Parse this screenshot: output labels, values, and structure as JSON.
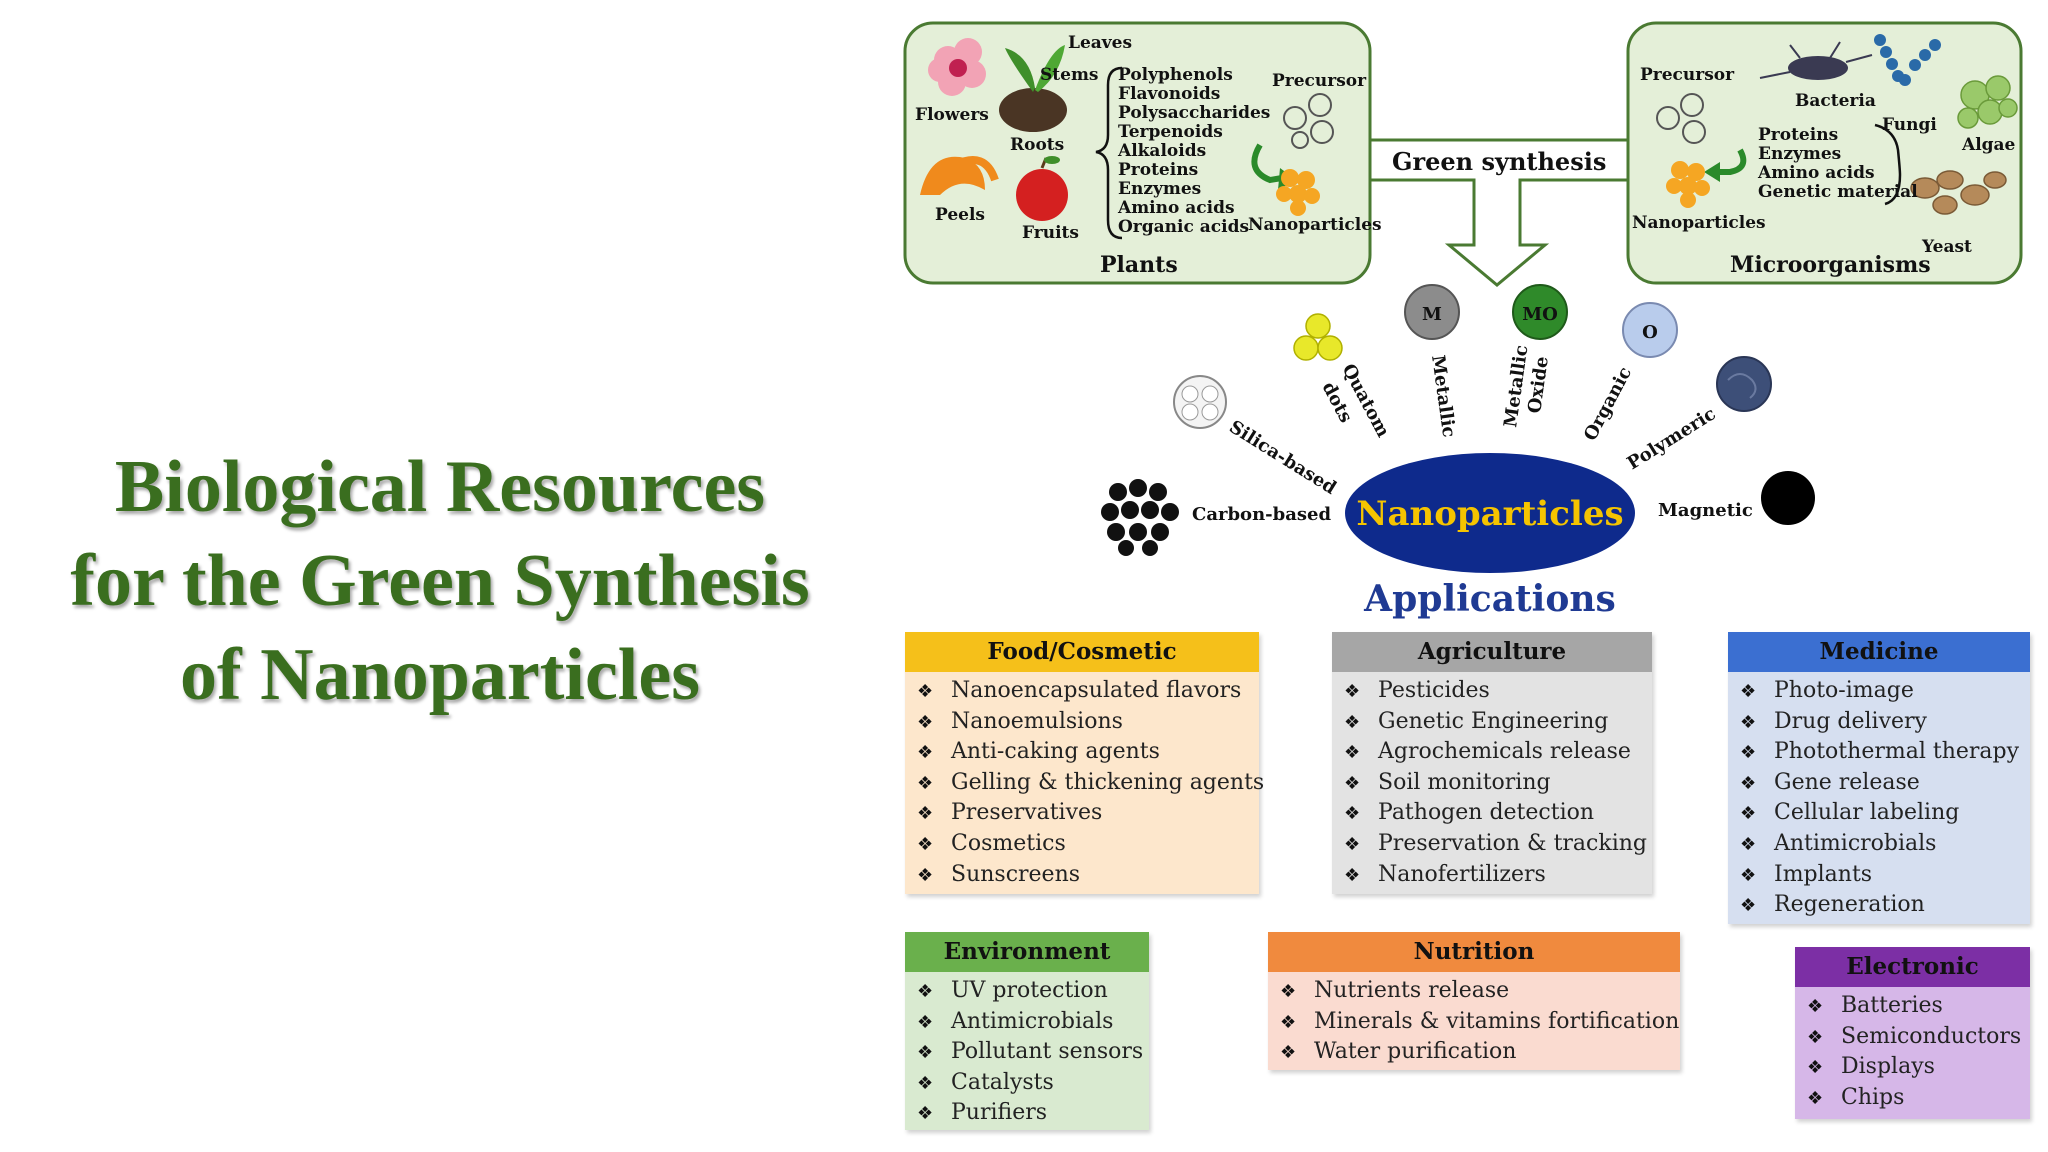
{
  "title": {
    "lines": [
      "Biological Resources",
      "for the Green Synthesis",
      "of Nanoparticles"
    ]
  },
  "plants": {
    "caption": "Plants",
    "sources": [
      "Leaves",
      "Stems",
      "Flowers",
      "Roots",
      "Peels",
      "Fruits"
    ],
    "compounds": [
      "Polyphenols",
      "Flavonoids",
      "Polysaccharides",
      "Terpenoids",
      "Alkaloids",
      "Proteins",
      "Enzymes",
      "Amino acids",
      "Organic acids"
    ],
    "precursor": "Precursor",
    "nanoparticles": "Nanoparticles"
  },
  "green_synthesis": "Green synthesis",
  "microorganisms": {
    "caption": "Microorganisms",
    "precursor": "Precursor",
    "nanoparticles": "Nanoparticles",
    "sources": [
      "Bacteria",
      "Fungi",
      "Algae",
      "Yeast"
    ],
    "compounds": [
      "Proteins",
      "Enzymes",
      "Amino acids",
      "Genetic material"
    ]
  },
  "nanoparticles": {
    "center": "Nanoparticles",
    "types": {
      "carbon": "Carbon-based",
      "silica": "Silica-based",
      "quantum": [
        "Quatom",
        "dots"
      ],
      "metallic": "Metallic",
      "metallic_oxide": [
        "Metallic",
        "Oxide"
      ],
      "organic": "Organic",
      "polymeric": "Polymeric",
      "magnetic": "Magnetic"
    },
    "badges": {
      "m": "M",
      "mo": "MO",
      "o": "O"
    }
  },
  "applications": {
    "title": "Applications",
    "food": {
      "title": "Food/Cosmetic",
      "items": [
        "Nanoencapsulated flavors",
        "Nanoemulsions",
        "Anti-caking agents",
        "Gelling & thickening agents",
        "Preservatives",
        "Cosmetics",
        "Sunscreens"
      ]
    },
    "agriculture": {
      "title": "Agriculture",
      "items": [
        "Pesticides",
        "Genetic Engineering",
        "Agrochemicals release",
        "Soil monitoring",
        "Pathogen detection",
        "Preservation & tracking",
        "Nanofertilizers"
      ]
    },
    "medicine": {
      "title": "Medicine",
      "items": [
        "Photo-image",
        "Drug delivery",
        "Photothermal therapy",
        "Gene release",
        "Cellular labeling",
        "Antimicrobials",
        "Implants",
        "Regeneration"
      ]
    },
    "environment": {
      "title": "Environment",
      "items": [
        "UV protection",
        "Antimicrobials",
        "Pollutant sensors",
        "Catalysts",
        "Purifiers"
      ]
    },
    "nutrition": {
      "title": "Nutrition",
      "items": [
        "Nutrients release",
        "Minerals & vitamins fortification",
        "Water purification"
      ]
    },
    "electronic": {
      "title": "Electronic",
      "items": [
        "Batteries",
        "Semiconductors",
        "Displays",
        "Chips"
      ]
    }
  },
  "colors": {
    "title_green": "#3a6e1f",
    "panel_fill": "#e4efd8",
    "panel_border": "#4a7a32",
    "np_ellipse": "#0e2a8c",
    "np_text": "#f5c400",
    "food_hdr": "#f5c01a",
    "food_body": "#fde7cc",
    "agri_hdr": "#a6a6a6",
    "agri_body": "#e3e3e3",
    "med_hdr": "#3b6fd1",
    "med_body": "#d6dff0",
    "env_hdr": "#6ab04c",
    "env_body": "#d9ead0",
    "nut_hdr": "#f08a3e",
    "nut_body": "#fadbd0",
    "elec_hdr": "#7c2fa5",
    "elec_body": "#d6b7e8"
  }
}
